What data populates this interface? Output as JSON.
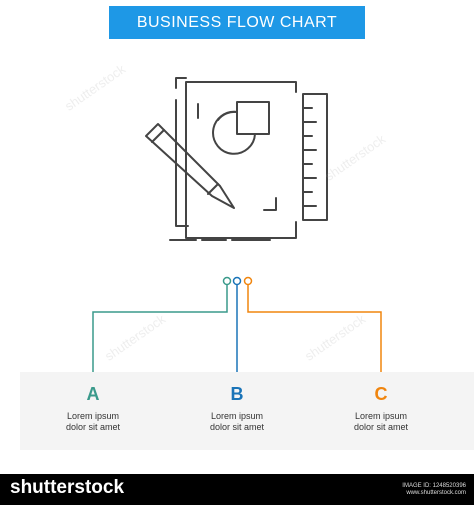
{
  "banner": {
    "title": "BUSINESS FLOW CHART"
  },
  "colors": {
    "a": "#3a9a8b",
    "b": "#1a74b8",
    "c": "#f0850e",
    "banner": "#1e98e6",
    "line": "#444444"
  },
  "steps": [
    {
      "letter": "A",
      "line1": "Lorem ipsum",
      "line2": "dolor sit amet"
    },
    {
      "letter": "B",
      "line1": "Lorem ipsum",
      "line2": "dolor sit amet"
    },
    {
      "letter": "C",
      "line1": "Lorem ipsum",
      "line2": "dolor sit amet"
    }
  ],
  "icon": {
    "name": "design-document-with-pencil-and-ruler-icon"
  },
  "footer": {
    "brand": "shutterstock",
    "image_id": "IMAGE ID: 1248520396",
    "site": "www.shutterstock.com"
  },
  "watermark_text": "shutterstock"
}
